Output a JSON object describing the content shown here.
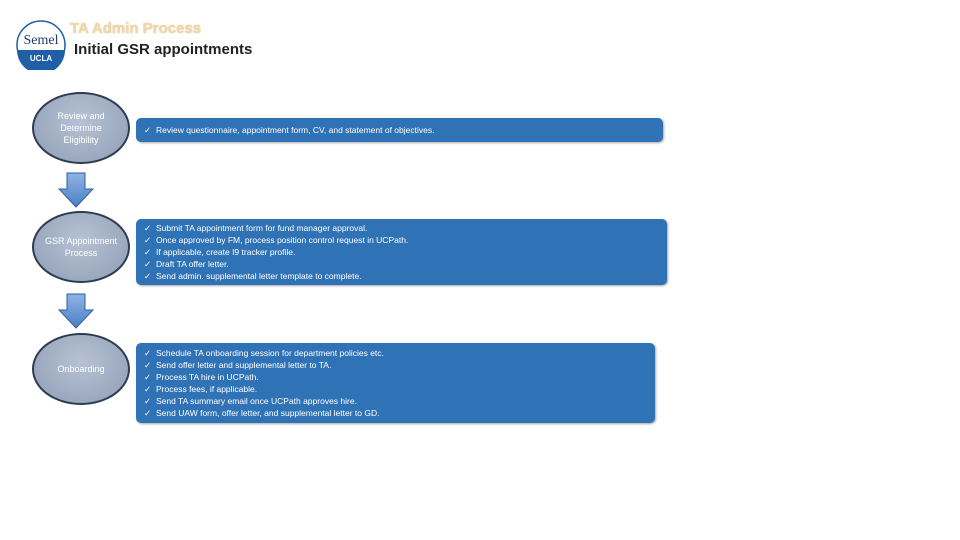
{
  "header": {
    "title": "TA Admin Process",
    "subtitle": "Initial GSR appointments",
    "logo_text_top": "Semel",
    "logo_text_bottom": "UCLA"
  },
  "steps": [
    {
      "label": "Review and Determine Eligibility",
      "items": [
        "Review questionnaire, appointment form, CV, and statement of objectives."
      ]
    },
    {
      "label": "GSR Appointment Process",
      "items": [
        "Submit TA appointment form for fund manager approval.",
        "Once approved by FM, process position control request in UCPath.",
        "If applicable, create I9 tracker profile.",
        "Draft TA offer letter.",
        "Send admin. supplemental letter template to complete."
      ]
    },
    {
      "label": "Onboarding",
      "items": [
        "Schedule TA onboarding session for department policies etc.",
        "Send offer letter and supplemental letter to TA.",
        "Process TA hire in UCPath.",
        "Process fees, if applicable.",
        "Send TA summary email once UCPath approves hire.",
        "Send UAW form, offer letter, and supplemental letter to GD."
      ]
    }
  ],
  "check_glyph": "✓",
  "colors": {
    "box": "#2f72b6",
    "circle_border": "#2e3c52",
    "arrow": "#5b8fd0",
    "logo_blue": "#1f5fa6"
  }
}
